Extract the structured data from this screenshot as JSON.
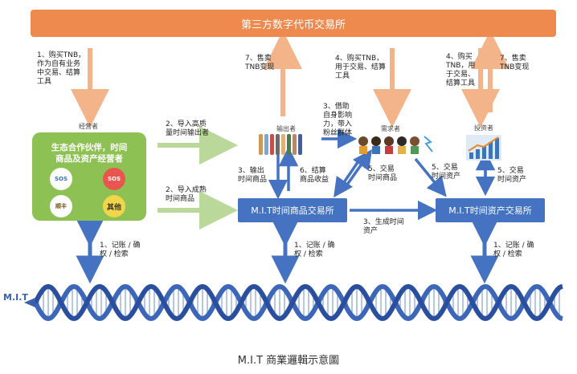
{
  "top_bar": "第三方数字代币交易所",
  "left_top_label": "1、购买TNB，\n作为自有业务\n中交易、结算\n工具",
  "sell_left_label": "7、售卖\nTNB变现",
  "middle_buy_label": "4、购买TNB，\n用于交易、结算\n工具",
  "right_buy_label": "4、购买\nTNB，用\n于交易、\n结算工具",
  "right_sell_label": "7、售卖\nTNB变现",
  "operator_caption": "经营者",
  "outputter_caption": "输出者",
  "demander_caption": "需求者",
  "investor_caption": "投资者",
  "green_box_title": "生态合作伙伴，时间\n商品及资产经营者",
  "logos": [
    "SOS",
    "SOS",
    "顺丰",
    "其他"
  ],
  "import_quality": "2、导入高质\n量时间输出者",
  "import_mature": "2、导入成熟\n时间商品",
  "leverage_influence": "3、借助\n自身影响\n力，带入\n粉丝群体",
  "output_goods": "3、输出\n时间商品",
  "settle_income": "6、结算\n商品收益",
  "trade_goods": "5、交易\n时间商品",
  "trade_assets_left": "5、交易\n时间资产",
  "trade_assets_right": "5、交易\n时间资产",
  "generate_assets": "3、生成时间\n资产",
  "goods_exchange": "M.I.T时间商品交易所",
  "assets_exchange": "M.I.T时间资产交易所",
  "ledger_1": "1、记账 / 确\n权 / 检索",
  "ledger_2": "1、记账 / 确\n权 / 检索",
  "ledger_3": "1、记账 / 确\n权 / 检索",
  "mit_label": "M.I.T",
  "caption": "M.I.T 商業邏輯示意圖",
  "colors": {
    "orange": "#ee8a4e",
    "green": "#8dc153",
    "blue": "#4573c1",
    "arrow_orange": "#f3b48a",
    "arrow_green": "#b9d89a"
  }
}
